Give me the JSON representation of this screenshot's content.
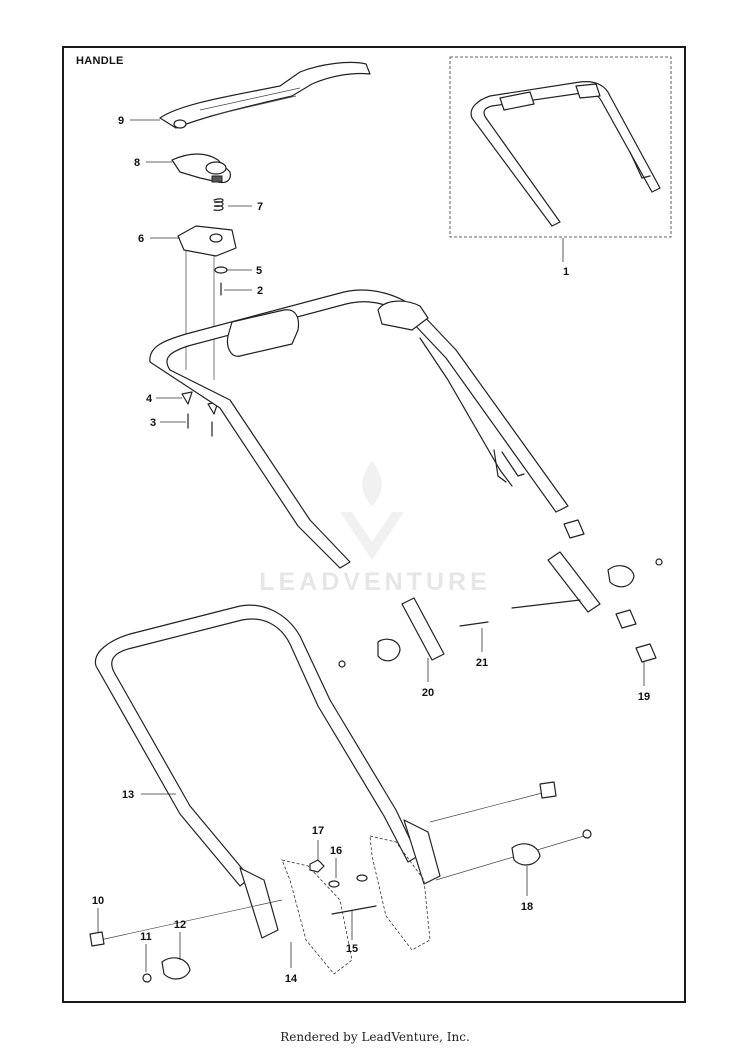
{
  "diagram": {
    "title": "HANDLE",
    "watermark": "LEADVENTURE",
    "footer": "Rendered by LeadVenture, Inc.",
    "callouts": [
      {
        "id": "c1",
        "label": "1"
      },
      {
        "id": "c2",
        "label": "2"
      },
      {
        "id": "c3",
        "label": "3"
      },
      {
        "id": "c4",
        "label": "4"
      },
      {
        "id": "c5",
        "label": "5"
      },
      {
        "id": "c6",
        "label": "6"
      },
      {
        "id": "c7",
        "label": "7"
      },
      {
        "id": "c8",
        "label": "8"
      },
      {
        "id": "c9",
        "label": "9"
      },
      {
        "id": "c10",
        "label": "10"
      },
      {
        "id": "c11",
        "label": "11"
      },
      {
        "id": "c12",
        "label": "12"
      },
      {
        "id": "c13",
        "label": "13"
      },
      {
        "id": "c14",
        "label": "14"
      },
      {
        "id": "c15",
        "label": "15"
      },
      {
        "id": "c16",
        "label": "16"
      },
      {
        "id": "c17",
        "label": "17"
      },
      {
        "id": "c18",
        "label": "18"
      },
      {
        "id": "c19",
        "label": "19"
      },
      {
        "id": "c20",
        "label": "20"
      },
      {
        "id": "c21",
        "label": "21"
      }
    ]
  }
}
